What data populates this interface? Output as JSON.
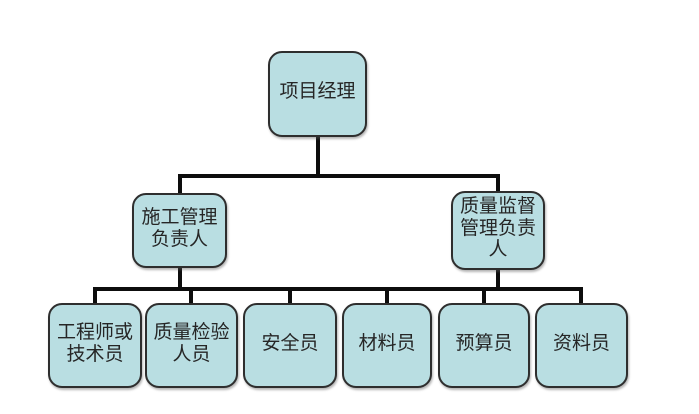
{
  "diagram": {
    "type": "org-chart",
    "nodes": {
      "root": {
        "label": "项目经理",
        "level": 1
      },
      "construction_manager": {
        "label": "施工管理负责人",
        "level": 2,
        "parent": "root"
      },
      "quality_manager": {
        "label": "质量监督管理负责人",
        "level": 2,
        "parent": "root"
      },
      "engineer": {
        "label": "工程师或技术员",
        "level": 3
      },
      "quality_inspector": {
        "label": "质量检验人员",
        "level": 3
      },
      "safety_officer": {
        "label": "安全员",
        "level": 3
      },
      "material_officer": {
        "label": "材料员",
        "level": 3
      },
      "budget_officer": {
        "label": "预算员",
        "level": 3
      },
      "document_officer": {
        "label": "资料员",
        "level": 3
      }
    },
    "colors": {
      "node_fill": "#b9dee2",
      "node_border": "#2e2e2e",
      "connector": "#0d0d0d",
      "text": "#262626",
      "background": "#ffffff"
    }
  }
}
